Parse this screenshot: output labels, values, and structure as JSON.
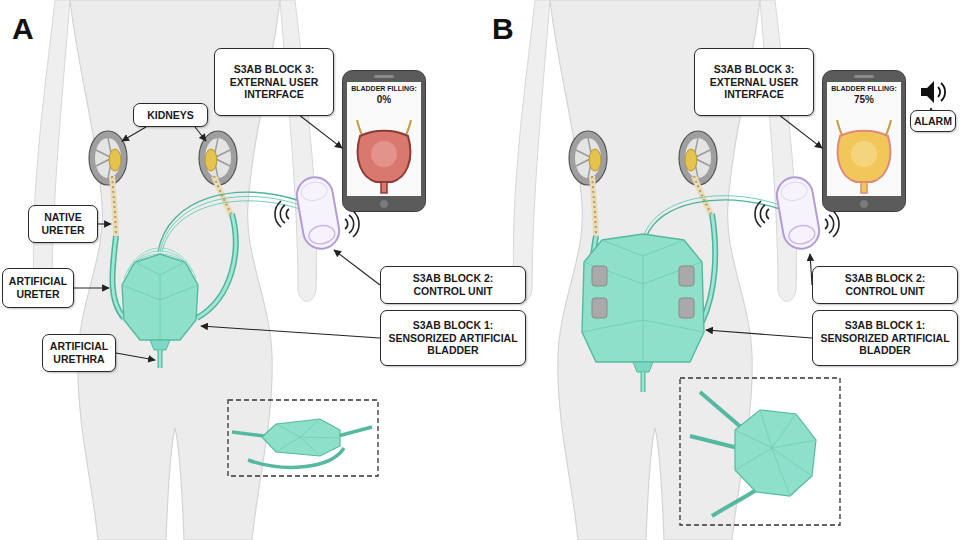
{
  "diagram": {
    "nodes": [
      {
        "text": [
          "S3AB BLOCK 3: EXTERNAL USER INTERFACE"
        ]
      },
      {
        "text": [
          "BLADDER FILLING:",
          "0%"
        ]
      },
      {
        "text": [
          "KIDNEYS"
        ]
      },
      {
        "text": [
          "NATIVE URETER"
        ]
      },
      {
        "text": [
          "ARTIFICIAL URETER"
        ]
      },
      {
        "text": [
          "ARTIFICIAL URETHRA"
        ]
      },
      {
        "text": [
          "S3AB BLOCK 2: CONTROL UNIT"
        ]
      },
      {
        "text": [
          "S3AB BLOCK 1: SENSORIZED ARTIFICIAL BLADDER"
        ]
      },
      {
        "text": [
          "S3AB BLOCK 3: EXTERNAL USER INTERFACE"
        ]
      },
      {
        "text": [
          "BLADDER FILLING:",
          "75%"
        ]
      },
      {
        "text": [
          "ALARM"
        ]
      },
      {
        "text": [
          "S3AB BLOCK 2: CONTROL UNIT"
        ]
      },
      {
        "text": [
          "S3AB BLOCK 1: SENSORIZED ARTIFICIAL BLADDER"
        ]
      }
    ],
    "edges": [
      {
        "from": 0,
        "to": 1,
        "arrow": "to"
      },
      {
        "from": 8,
        "to": 9,
        "arrow": "to"
      }
    ],
    "labels": [
      "A",
      "B"
    ]
  }
}
